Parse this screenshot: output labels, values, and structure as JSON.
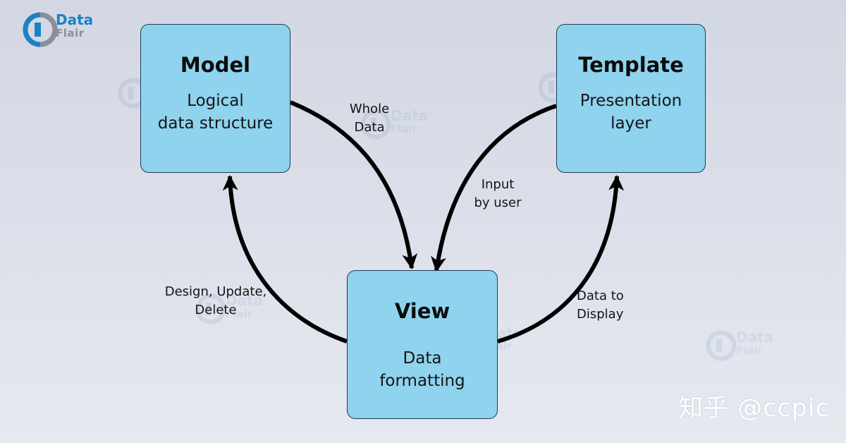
{
  "logo": {
    "word1": "Data",
    "word2": "Flair"
  },
  "watermark": {
    "word1": "Data",
    "word2": "Flair"
  },
  "nodes": {
    "model": {
      "title": "Model",
      "subtitle": "Logical\ndata structure"
    },
    "template": {
      "title": "Template",
      "subtitle": "Presentation\nlayer"
    },
    "view": {
      "title": "View",
      "subtitle": "Data\nformatting"
    }
  },
  "edges": {
    "model_to_view": "Whole\nData",
    "template_to_view": "Input\nby user",
    "view_to_model": "Design, Update,\nDelete",
    "view_to_template": "Data to\nDisplay"
  },
  "site_watermark": "知乎 @ccpic",
  "colors": {
    "box_fill": "#8fd3ee",
    "box_border": "#1c3a5a",
    "arrow": "#000000",
    "logo_blue": "#1b82c4",
    "logo_gray": "#8a8f99"
  }
}
